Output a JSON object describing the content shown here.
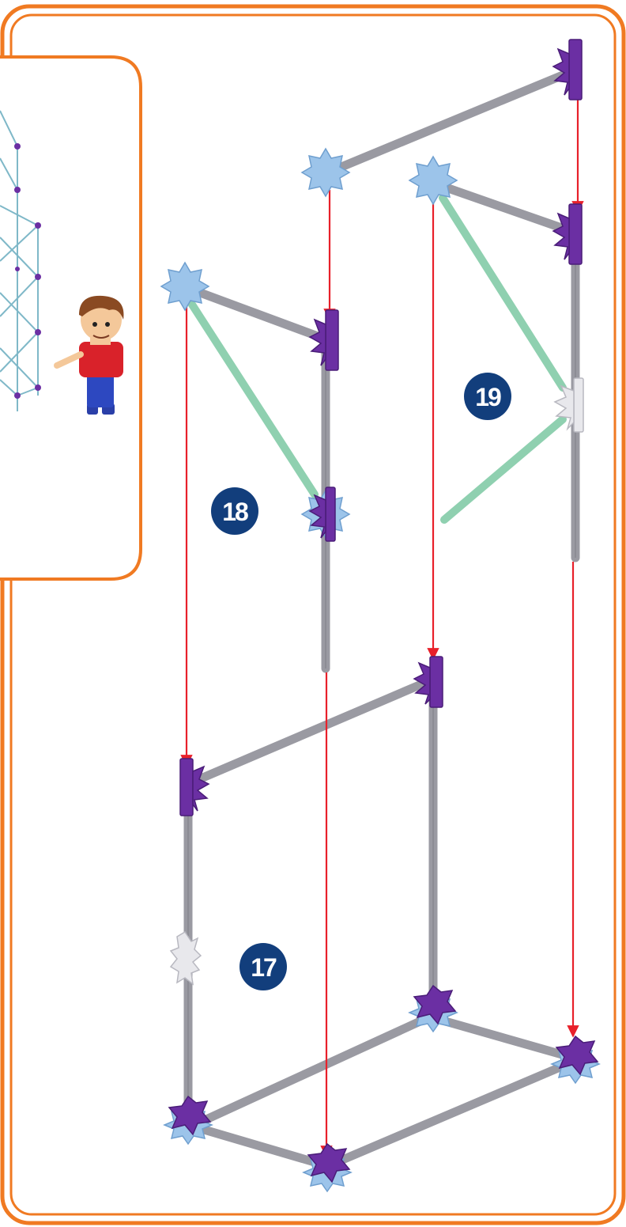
{
  "steps": [
    {
      "id": "step-17",
      "label": "17"
    },
    {
      "id": "step-18",
      "label": "18"
    },
    {
      "id": "step-19",
      "label": "19"
    }
  ],
  "colors": {
    "frame_orange": "#f07a22",
    "badge_navy": "#123e7c",
    "rod_gray": "#9a9aa2",
    "rod_green": "#8fd0b0",
    "connector_purple": "#6b2fa3",
    "connector_lightblue": "#9cc4ea",
    "connector_white": "#e8e8ec",
    "arrow_red": "#e8202a"
  },
  "icons": {
    "inset_figure": "kid-pointing-icon",
    "inset_model": "tower-model-icon"
  }
}
